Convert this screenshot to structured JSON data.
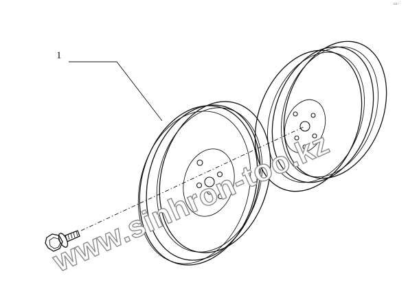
{
  "callout": {
    "number": "1"
  },
  "watermark": {
    "text": "www.sinhron-too.kz"
  },
  "corner_mark": {
    "text": "▭ᐧ"
  },
  "colors": {
    "ink": "#111111",
    "watermark_fill": "#ffffff",
    "watermark_stroke": "#8a8a8a"
  }
}
